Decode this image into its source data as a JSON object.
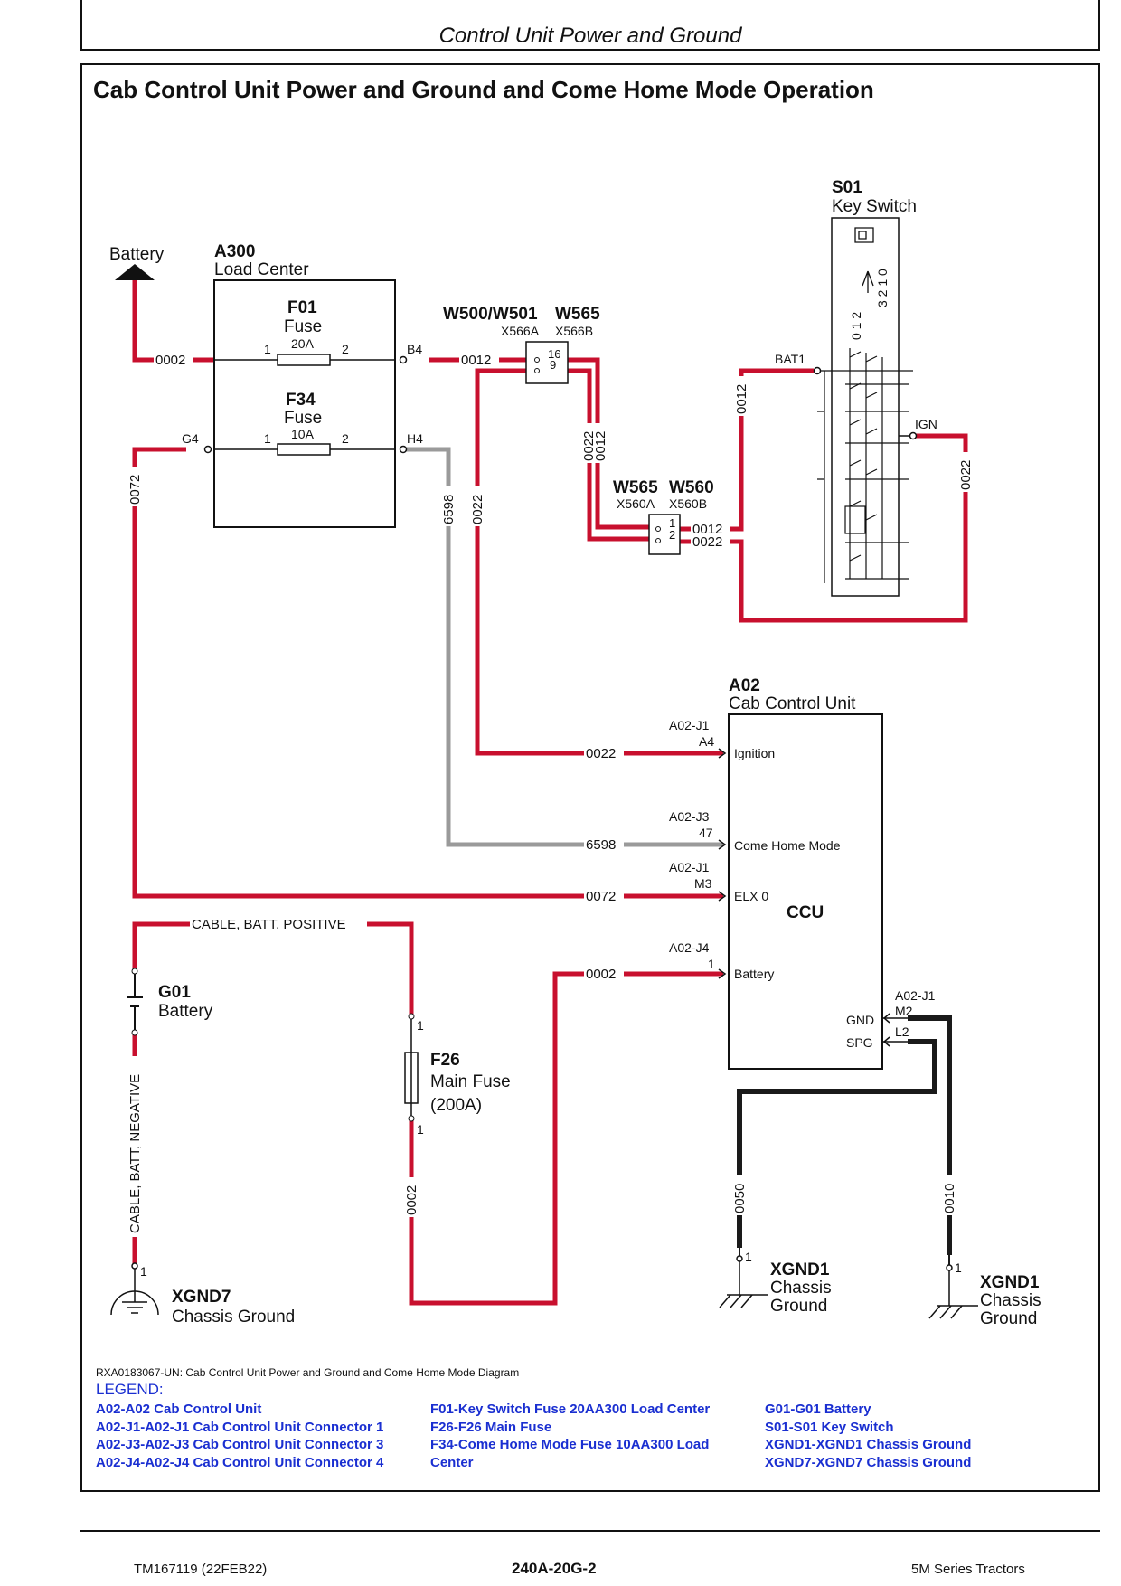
{
  "page": {
    "section_title": "Control Unit Power and Ground",
    "diagram_title": "Cab Control Unit Power and Ground and Come Home Mode Operation"
  },
  "components": {
    "battery_arrow": "Battery",
    "a300": {
      "id": "A300",
      "name": "Load Center"
    },
    "f01": {
      "id": "F01",
      "name": "Fuse",
      "rating": "20A",
      "pin1": "1",
      "pin2": "2"
    },
    "f34": {
      "id": "F34",
      "name": "Fuse",
      "rating": "10A",
      "pin1": "1",
      "pin2": "2"
    },
    "a300_pins": {
      "b4": "B4",
      "h4": "H4",
      "g4": "G4"
    },
    "w500": {
      "harness_a": "W500/W501",
      "harness_b": "W565",
      "conn_a": "X566A",
      "conn_b": "X566B",
      "pin_top": "16",
      "pin_bottom": "9"
    },
    "w565": {
      "harness_a": "W565",
      "harness_b": "W560",
      "conn_a": "X560A",
      "conn_b": "X560B",
      "pin_top": "1",
      "pin_bottom": "2"
    },
    "s01": {
      "id": "S01",
      "name": "Key Switch",
      "bat_pin": "BAT1",
      "ign_pin": "IGN",
      "positions": "0 1 2",
      "positions_b": "3 2 1 0"
    },
    "a02": {
      "id": "A02",
      "name": "Cab Control Unit",
      "center_label": "CCU",
      "inputs": [
        {
          "connector": "A02-J1",
          "pin": "A4",
          "label": "Ignition",
          "wire": "0022"
        },
        {
          "connector": "A02-J3",
          "pin": "47",
          "label": "Come Home Mode",
          "wire": "6598"
        },
        {
          "connector": "A02-J1",
          "pin": "M3",
          "label": "ELX 0",
          "wire": "0072"
        },
        {
          "connector": "A02-J4",
          "pin": "1",
          "label": "Battery",
          "wire": "0002"
        }
      ],
      "gnd_connector": "A02-J1",
      "gnd_pin": "M2",
      "spg_pin": "L2",
      "gnd_label": "GND",
      "spg_label": "SPG"
    },
    "g01": {
      "id": "G01",
      "name": "Battery"
    },
    "f26": {
      "id": "F26",
      "name": "Main Fuse",
      "rating": "(200A)",
      "pin_top": "1",
      "pin_bottom": "1"
    },
    "xgnd7": {
      "id": "XGND7",
      "name": "Chassis Ground",
      "pin": "1"
    },
    "xgnd1_a": {
      "id": "XGND1",
      "name1": "Chassis",
      "name2": "Ground",
      "pin": "1"
    },
    "xgnd1_b": {
      "id": "XGND1",
      "name1": "Chassis",
      "name2": "Ground",
      "pin": "1"
    }
  },
  "wires": {
    "w0002": "0002",
    "w0012": "0012",
    "w0022": "0022",
    "w0072": "0072",
    "w6598": "6598",
    "w0050": "0050",
    "w0010": "0010",
    "cable_positive": "CABLE, BATT, POSITIVE",
    "cable_negative": "CABLE, BATT, NEGATIVE"
  },
  "caption": "RXA0183067-UN: Cab Control Unit Power and Ground and Come Home Mode Diagram",
  "legend": {
    "title": "LEGEND:",
    "col1": [
      "A02-A02 Cab Control Unit",
      "A02-J1-A02-J1 Cab Control Unit Connector 1",
      "A02-J3-A02-J3 Cab Control Unit Connector 3",
      "A02-J4-A02-J4 Cab Control Unit Connector 4"
    ],
    "col2": [
      "F01-Key Switch Fuse 20AA300 Load Center",
      "F26-F26 Main Fuse",
      "F34-Come Home Mode Fuse 10AA300 Load",
      "Center"
    ],
    "col3": [
      "G01-G01 Battery",
      "S01-S01 Key Switch",
      "XGND1-XGND1 Chassis Ground",
      "XGND7-XGND7 Chassis Ground"
    ]
  },
  "footer": {
    "left": "TM167119 (22FEB22)",
    "center": "240A-20G-2",
    "right": "5M Series Tractors"
  },
  "colors": {
    "power_wire": "#c8102e",
    "ground_wire": "#1a1a1a",
    "signal_wire": "#9a9a9a",
    "legend_text": "#1a2fd1"
  }
}
